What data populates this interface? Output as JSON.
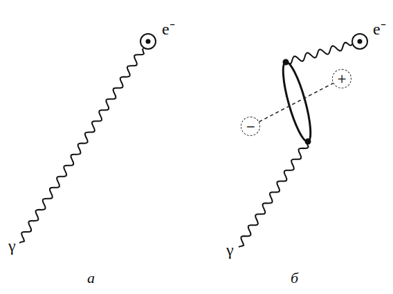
{
  "diagram": {
    "nodes": [
      {
        "text": [
          "−"
        ]
      },
      {
        "text": [
          "+"
        ]
      }
    ],
    "edges": [
      {
        "from": 0,
        "to": 1,
        "arrow": "none"
      }
    ],
    "labels": [
      "e⁻",
      "γ",
      "а",
      "e⁻",
      "γ",
      "б"
    ]
  }
}
